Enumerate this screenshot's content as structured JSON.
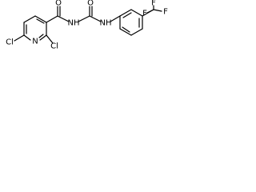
{
  "atoms": {
    "cl_left": "Cl",
    "cl_bottom": "Cl",
    "n_ring": "N",
    "o_acyl": "O",
    "nh_1": "NH",
    "o_urea": "O",
    "nh_2": "NH",
    "f_top": "F",
    "f_left": "F",
    "f_right": "F"
  },
  "colors": {
    "bond": "#000000",
    "label": "#000000",
    "background": "#ffffff"
  }
}
